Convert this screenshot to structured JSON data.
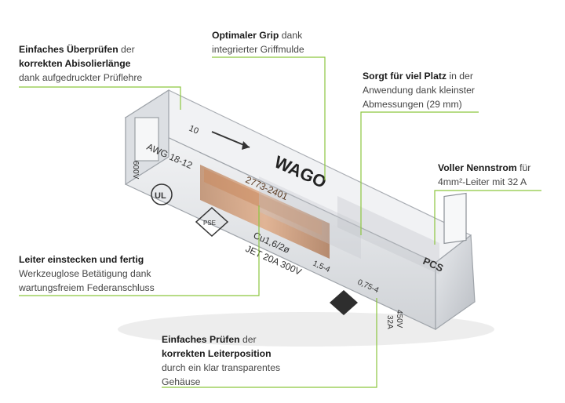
{
  "colors": {
    "accent_line": "#8cc63f",
    "text": "#454545",
    "bold_text": "#1a1a1a"
  },
  "callouts": {
    "abisolier": {
      "bold1": "Einfaches Überprüfen",
      "rest1": " der",
      "bold2": "korrekten Abisolierlänge",
      "line3": "dank aufgedruckter Prüflehre"
    },
    "grip": {
      "bold1": "Optimaler Grip",
      "rest1": " dank",
      "line2": "integrierter Griffmulde"
    },
    "platz": {
      "bold1": "Sorgt für viel Platz",
      "rest1": " in der",
      "line2": "Anwendung dank kleinster",
      "line3": "Abmessungen (29 mm)"
    },
    "nennstrom": {
      "bold1": "Voller Nennstrom",
      "rest1": " für",
      "line2": "4mm²-Leiter mit 32 A"
    },
    "leiter": {
      "bold1": "Leiter einstecken und fertig",
      "line2": "Werkzeuglose Betätigung dank",
      "line3": "wartungsfreiem Federanschluss"
    },
    "pruefen": {
      "bold1": "Einfaches Prüfen",
      "rest1": " der",
      "bold2": "korrekten Leiterposition",
      "line3": "durch ein klar transparentes",
      "line4": "Gehäuse"
    }
  },
  "product_print": {
    "brand": "WAGO",
    "part_number": "2773-2401",
    "awg": "AWG 18-12",
    "voltage_rating": "600V",
    "cu_spec": "Cu1,6/2ø",
    "rating": "JET 20A 300V",
    "mm_range": "1,5-4",
    "mm_range2": "0,75-4",
    "voltage2": "450V",
    "amps": "32A",
    "strip_mark": "10",
    "pcs": "PCS",
    "ul_mark": "UL",
    "pse_mark": "PSE"
  }
}
